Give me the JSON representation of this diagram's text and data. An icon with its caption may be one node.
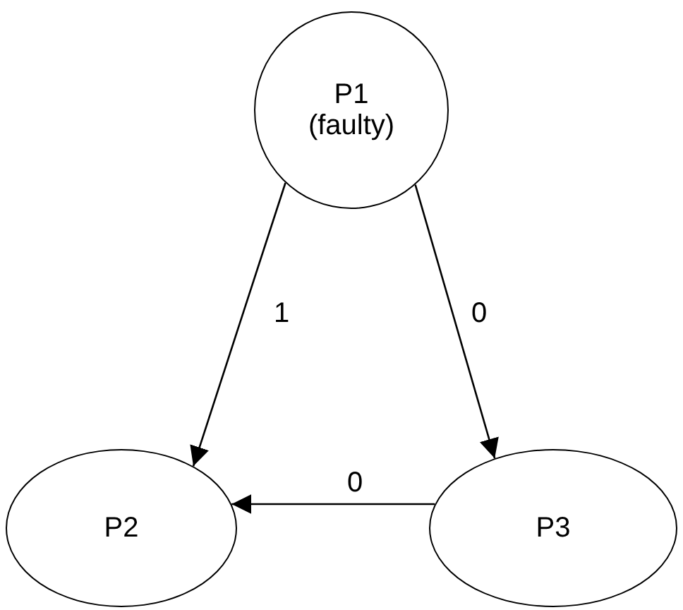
{
  "diagram": {
    "nodes": [
      {
        "text": [
          "P1",
          "(faulty)"
        ]
      },
      {
        "text": [
          "P2"
        ]
      },
      {
        "text": [
          "P3"
        ]
      }
    ],
    "edges": [
      {
        "from": 0,
        "to": 1,
        "arrow": "to",
        "label": "1"
      },
      {
        "from": 0,
        "to": 2,
        "arrow": "to",
        "label": "0"
      },
      {
        "from": 2,
        "to": 1,
        "arrow": "to",
        "label": "0"
      }
    ]
  }
}
